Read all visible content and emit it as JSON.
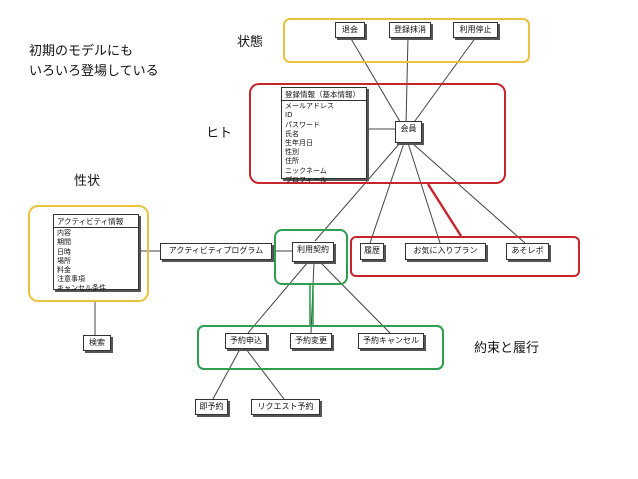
{
  "colors": {
    "yellow": "#e9c33d",
    "red": "#c7242b",
    "green": "#2f9e4e",
    "line": "#333333"
  },
  "labels": {
    "note_line1": "初期のモデルにも",
    "note_line2": "いろいろ登場している",
    "status": "状態",
    "person": "ヒト",
    "nature": "性状",
    "promise": "約束と履行"
  },
  "nodes": {
    "taikai": "退会",
    "toroku_massho": "登録抹消",
    "riyou_teishi": "利用停止",
    "kaiin": "会員",
    "riyou_keiyaku": "利用契約",
    "activity_program": "アクティビティプログラム",
    "rireki": "履歴",
    "okiniiri_plan": "お気に入りプラン",
    "asobi_report": "あそレポ",
    "kensaku": "検索",
    "yoyaku_moushikomi": "予約申込",
    "yoyaku_henkou": "予約変更",
    "yoyaku_cancel": "予約キャンセル",
    "soku_yoyaku": "即予約",
    "request_yoyaku": "リクエスト予約"
  },
  "entities": {
    "touroku": {
      "title": "登録情報（基本情報）",
      "fields": [
        "メールアドレス",
        "ID",
        "パスワード",
        "氏名",
        "生年月日",
        "性別",
        "住所",
        "ニックネーム",
        "プロフィール"
      ]
    },
    "activity": {
      "title": "アクティビティ情報",
      "fields": [
        "内容",
        "期間",
        "日時",
        "場所",
        "料金",
        "注意事項",
        "キャンセル条件"
      ]
    }
  }
}
